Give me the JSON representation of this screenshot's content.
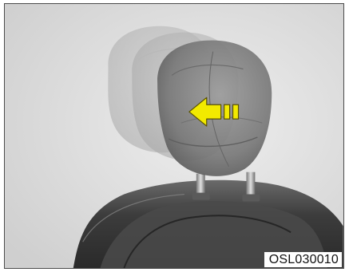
{
  "figure": {
    "code": "OSL030010",
    "background_color": "#dcdcdc",
    "arrow_color": "#f2ea00",
    "headrest_color": "#8a8a8a",
    "seat_color": "#3f3f3f"
  },
  "icons": {
    "arrow": "forward-arrow-icon",
    "headrest": "headrest-illustration",
    "seat": "seat-back-illustration"
  }
}
